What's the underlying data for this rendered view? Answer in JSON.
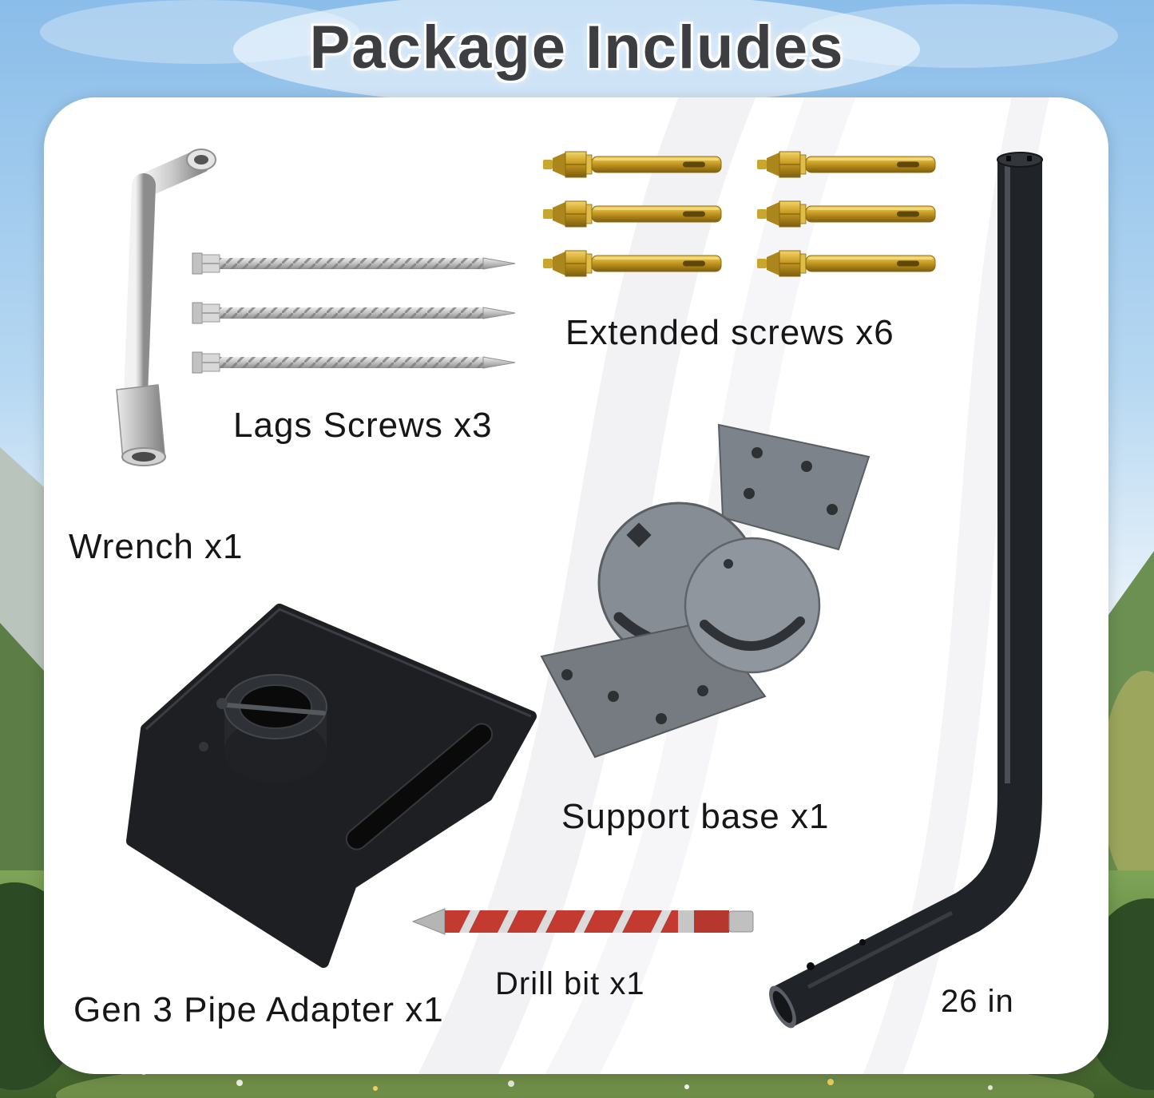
{
  "title": "Package Includes",
  "items": {
    "wrench": {
      "label": "Wrench x1"
    },
    "lag_screws": {
      "label": "Lags Screws x3"
    },
    "extended_screws": {
      "label": "Extended screws x6"
    },
    "support_base": {
      "label": "Support base x1"
    },
    "pipe_adapter": {
      "label": "Gen 3 Pipe Adapter x1"
    },
    "drill_bit": {
      "label": "Drill bit x1"
    },
    "pole": {
      "label": "26 in"
    }
  },
  "colors": {
    "title_text": "#3c3e41",
    "label_text": "#161616",
    "card_background": "#ffffff",
    "sky": "#8abde9",
    "grass": "#46682f",
    "anchor_gold": "#c79a22",
    "steel_silver": "#c7c7c7",
    "pole_black": "#202327",
    "drill_red": "#c23a30"
  }
}
